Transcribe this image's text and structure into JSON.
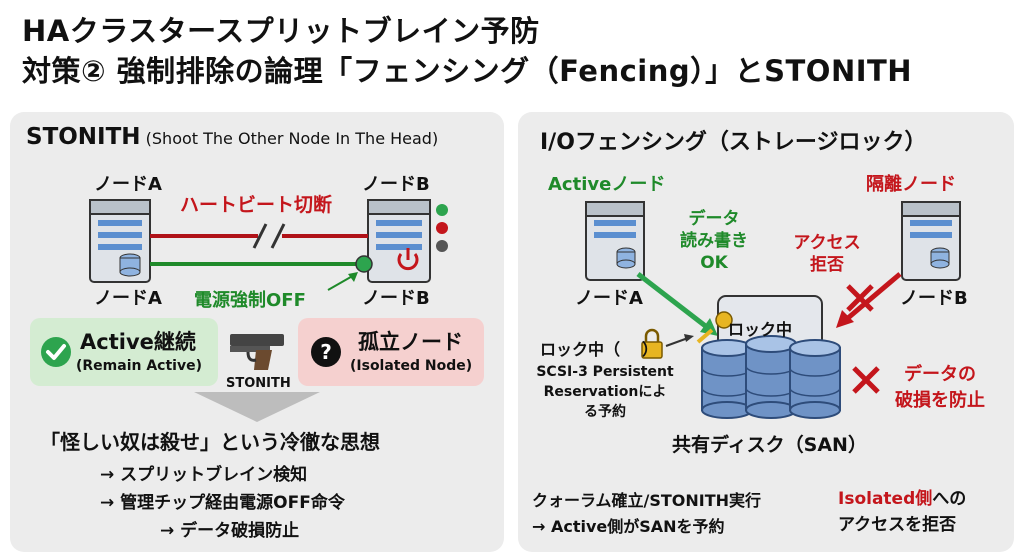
{
  "title_line1": "HAクラスタースプリットブレイン予防",
  "title_line2": "対策② 強制排除の論理「フェンシング（Fencing）」とSTONITH",
  "left": {
    "heading": "STONITH",
    "heading_sub": "(Shoot The Other Node In The Head)",
    "node_a_top": "ノードA",
    "node_b_top": "ノードB",
    "node_a_bottom": "ノードA",
    "node_b_bottom": "ノードB",
    "heartbeat_label": "ハートビート切断",
    "power_label": "電源強制OFF",
    "active_title": "Active継続",
    "active_sub": "(Remain Active)",
    "isolated_title": "孤立ノード",
    "isolated_sub": "(Isolated Node)",
    "gun_label": "STONITH",
    "philosophy": "「怪しい奴は殺せ」という冷徹な思想",
    "steps": [
      "→ スプリットブレイン検知",
      "→ 管理チップ経由電源OFF命令",
      "→ データ破損防止"
    ]
  },
  "right": {
    "heading": "I/Oフェンシング（ストレージロック）",
    "active_node_label": "Activeノード",
    "isolated_node_label": "隔離ノード",
    "node_a": "ノードA",
    "node_b": "ノードB",
    "rw_label_1": "データ",
    "rw_label_2": "読み書き",
    "rw_label_3": "OK",
    "access_denied_1": "アクセス",
    "access_denied_2": "拒否",
    "locked_label": "ロック中",
    "lock_status": "ロック中（",
    "lock_status_close": "）",
    "scsi_1": "SCSI-3 Persistent",
    "scsi_2": "Reservationによ",
    "scsi_3": "る予約",
    "protect_1": "データの",
    "protect_2": "破損を防止",
    "shared_disk": "共有ディスク（SAN）",
    "footer_left_1": "クォーラム確立/STONITH実行",
    "footer_left_2": "→ Active側がSANを予約",
    "footer_right_red": "Isolated側",
    "footer_right_1": "への",
    "footer_right_2": "アクセスを拒否"
  }
}
